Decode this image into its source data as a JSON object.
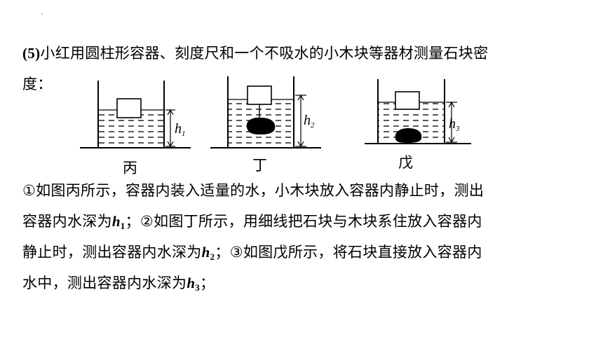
{
  "header_mark": ".",
  "question": {
    "prefix": "(5)",
    "line1": "小红用圆柱形容器、刻度尺和一个不吸水的小木块等器材测量石块密",
    "line2": "度："
  },
  "figures": [
    {
      "caption": "丙",
      "label": "h",
      "label_sub": "1"
    },
    {
      "caption": "丁",
      "label": "h",
      "label_sub": "2"
    },
    {
      "caption": "戊",
      "label": "h",
      "label_sub": "3"
    }
  ],
  "steps": {
    "s1_a": "①如图丙所示，容器内装入适量的水，小木块放入容器内静止时，测出",
    "s1_b": "容器内水深为",
    "h1_var": "h",
    "h1_sub": "1",
    "s2_a": "；②如图丁所示，用细线把石块与木块系住放入容器内",
    "s2_b": "静止时，测出容器内水深为",
    "h2_var": "h",
    "h2_sub": "2",
    "s3_a": "；③如图戊所示，将石块直接放入容器内",
    "s3_b": "水中，测出容器内水深为",
    "h3_var": "h",
    "h3_sub": "3",
    "s3_end": "；"
  }
}
